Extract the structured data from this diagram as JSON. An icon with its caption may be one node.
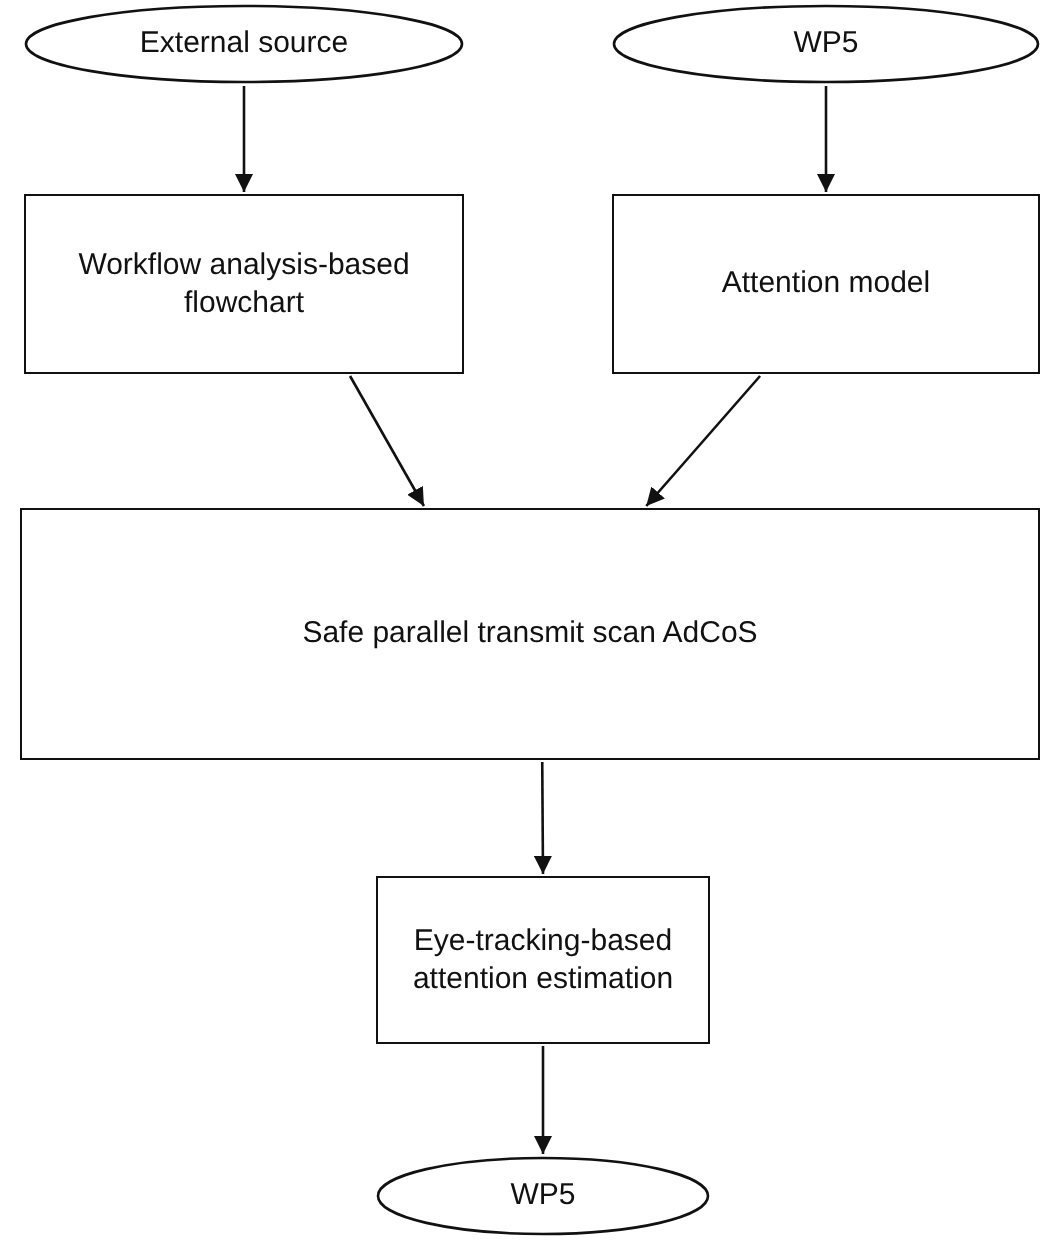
{
  "diagram": {
    "nodes": [
      {
        "text": [
          "External source"
        ]
      },
      {
        "text": [
          "WP5"
        ]
      },
      {
        "text": [
          "Workflow analysis-based flowchart"
        ]
      },
      {
        "text": [
          "Attention model"
        ]
      },
      {
        "text": [
          "Safe parallel transmit scan AdCoS"
        ]
      },
      {
        "text": [
          "Eye-tracking-based attention estimation"
        ]
      },
      {
        "text": [
          "WP5"
        ]
      }
    ],
    "edges": [
      {
        "from": 0,
        "to": 2,
        "arrow": "to"
      },
      {
        "from": 1,
        "to": 3,
        "arrow": "to"
      },
      {
        "from": 2,
        "to": 4,
        "arrow": "to"
      },
      {
        "from": 3,
        "to": 4,
        "arrow": "to"
      },
      {
        "from": 4,
        "to": 5,
        "arrow": "to"
      },
      {
        "from": 5,
        "to": 6,
        "arrow": "to"
      }
    ]
  }
}
